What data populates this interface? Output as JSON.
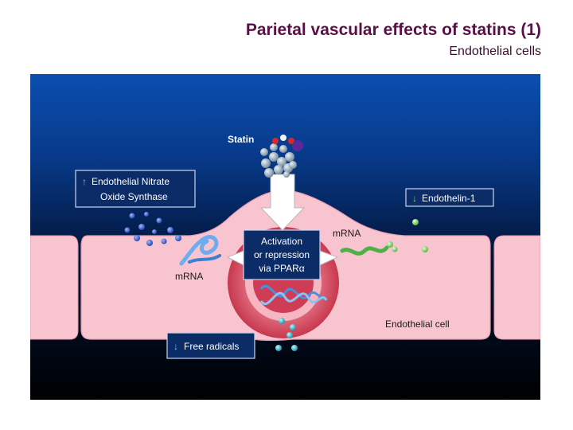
{
  "slide": {
    "title": "Parietal vascular effects of statins (1)",
    "subtitle": "Endothelial cells"
  },
  "diagram": {
    "statin_label": "Statin",
    "enos_box": {
      "arrow": "↑",
      "line1": "Endothelial Nitrate",
      "line2": "Oxide Synthase"
    },
    "endothelin_box": {
      "arrow": "↓",
      "text": "Endothelin-1"
    },
    "free_radicals_box": {
      "arrow": "↓",
      "text": "Free radicals"
    },
    "center_box": {
      "line1": "Activation",
      "line2": "or repression",
      "line3": "via PPARα"
    },
    "mrna_left": "mRNA",
    "mrna_right": "mRNA",
    "cell_label": "Endothelial cell"
  },
  "colors": {
    "background_top": "#0a4aa8",
    "background_bottom": "#000000",
    "cell_pink": "#f8c4d0",
    "nucleus_red": "#d94a62",
    "label_box": "#0b2c66",
    "dna_blue": "#4a8fd9",
    "mrna_green": "#4fb04a",
    "endothelin_dots": "#8fdc6a",
    "radical_dots": "#2fb6c2",
    "enos_dots": "#3a5cd0"
  },
  "icons": [
    "up-arrow-icon",
    "down-arrow-icon",
    "white-arrow-icon",
    "dna-icon",
    "molecule-icon"
  ]
}
